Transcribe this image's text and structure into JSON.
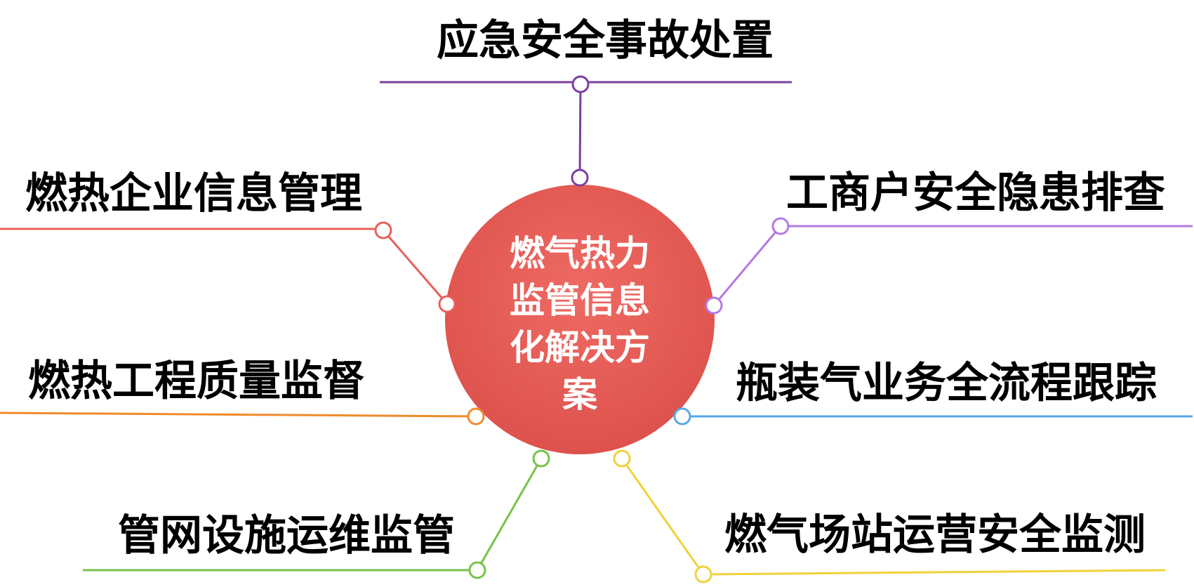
{
  "center": {
    "lines": [
      "燃气热力",
      "监管信息",
      "化解决方",
      "案"
    ],
    "color": "#e55a54"
  },
  "branches": [
    {
      "id": "top",
      "label": "应急安全事故处置",
      "color": "#7b3fa0"
    },
    {
      "id": "right-1",
      "label": "工商户安全隐患排查",
      "color": "#b479e0"
    },
    {
      "id": "right-2",
      "label": "瓶装气业务全流程跟踪",
      "color": "#5aa7e6"
    },
    {
      "id": "right-3",
      "label": "燃气场站运营安全监测",
      "color": "#f0d23a"
    },
    {
      "id": "left-1",
      "label": "燃热企业信息管理",
      "color": "#e8605a"
    },
    {
      "id": "left-2",
      "label": "燃热工程质量监督",
      "color": "#ef8a2c"
    },
    {
      "id": "left-3",
      "label": "管网设施运维监管",
      "color": "#78c24a"
    }
  ]
}
